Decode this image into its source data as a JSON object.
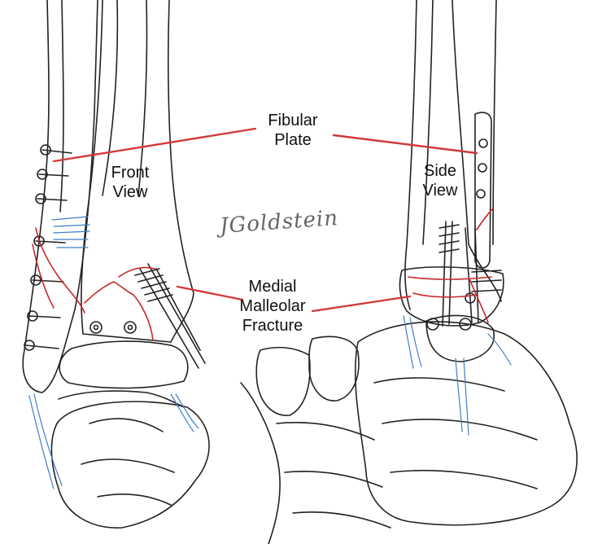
{
  "labels": {
    "fibular_plate": [
      "Fibular",
      "Plate"
    ],
    "front_view": [
      "Front",
      "View"
    ],
    "side_view": [
      "Side",
      "View"
    ],
    "medial_malleolar_fracture": [
      "Medial",
      "Malleolar",
      "Fracture"
    ]
  },
  "signature": "JGoldstein",
  "colors": {
    "ink": "#222222",
    "pointer": "#d33a3a",
    "fracture": "#c62828",
    "ligament": "#3f7fc7"
  }
}
